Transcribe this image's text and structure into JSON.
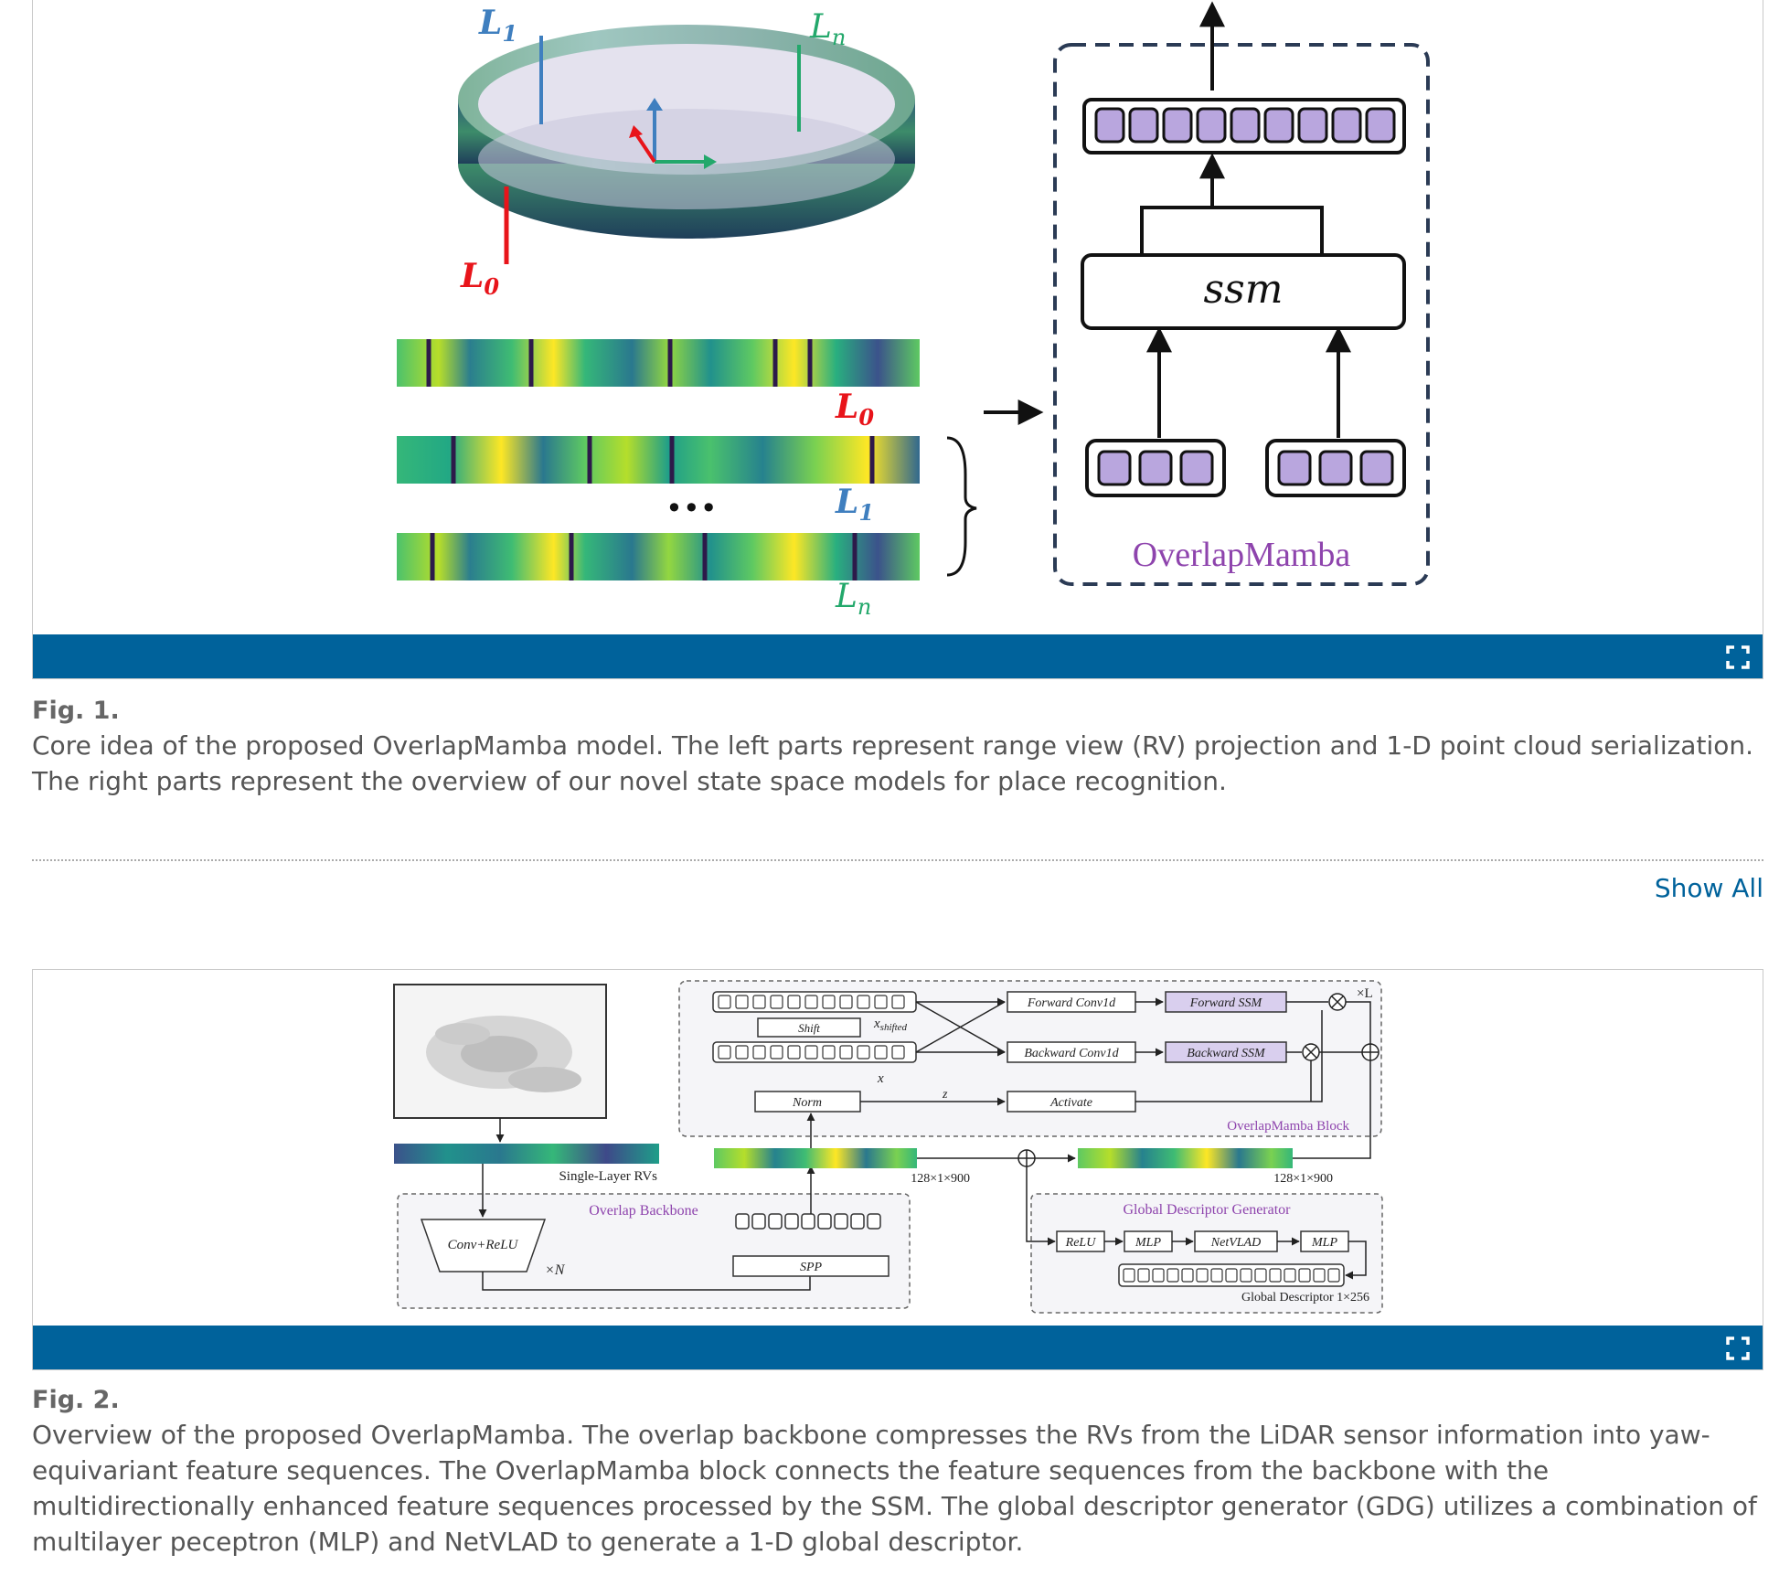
{
  "figure1": {
    "diagram": {
      "ring_labels": {
        "l1": "L",
        "l1_sub": "1",
        "ln": "L",
        "ln_sub": "n",
        "l0": "L",
        "l0_sub": "0"
      },
      "strip_labels": {
        "l0": "L",
        "l0_sub": "0",
        "l1": "L",
        "l1_sub": "1",
        "ln": "L",
        "ln_sub": "n"
      },
      "ellipsis": "•••",
      "ssm_label": "ssm",
      "block_title": "OverlapMamba",
      "colors": {
        "red": "#e8141a",
        "blue": "#3f7fbf",
        "green": "#23a86b",
        "purple": "#8e44ad",
        "cell": "#b9a6de",
        "dash": "#2b3b55"
      }
    },
    "label": "Fig. 1.",
    "caption": "Core idea of the proposed OverlapMamba model. The left parts represent range view (RV) projection and 1-D point cloud serialization. The right parts represent the overview of our novel state space models for place recognition."
  },
  "show_all": "Show All",
  "figure2": {
    "diagram": {
      "forward_conv": "Forward Conv1d",
      "forward_ssm": "Forward SSM",
      "backward_conv": "Backward Conv1d",
      "backward_ssm": "Backward SSM",
      "shift": "Shift",
      "x_shifted": "x",
      "x_shifted_sub": "shifted",
      "x_label": "x",
      "z_label": "z",
      "norm": "Norm",
      "activate": "Activate",
      "repeat_l": "×L",
      "block_title": "OverlapMamba Block",
      "single_layer": "Single-Layer RVs",
      "dims_left": "128×1×900",
      "dims_right": "128×1×900",
      "backbone_title": "Overlap Backbone",
      "conv_relu": "Conv+ReLU",
      "repeat_n": "×N",
      "spp": "SPP",
      "gdg_title": "Global Descriptor Generator",
      "relu": "ReLU",
      "mlp1": "MLP",
      "netvlad": "NetVLAD",
      "mlp2": "MLP",
      "global_desc": "Global Descriptor 1×256"
    },
    "label": "Fig. 2.",
    "caption": "Overview of the proposed OverlapMamba. The overlap backbone compresses the RVs from the LiDAR sensor information into yaw-equivariant feature sequences. The OverlapMamba block connects the feature sequences from the backbone with the multidirectionally enhanced feature sequences processed by the SSM. The global descriptor generator (GDG) utilizes a combination of multilayer peceptron (MLP) and NetVLAD to generate a 1-D global descriptor."
  }
}
